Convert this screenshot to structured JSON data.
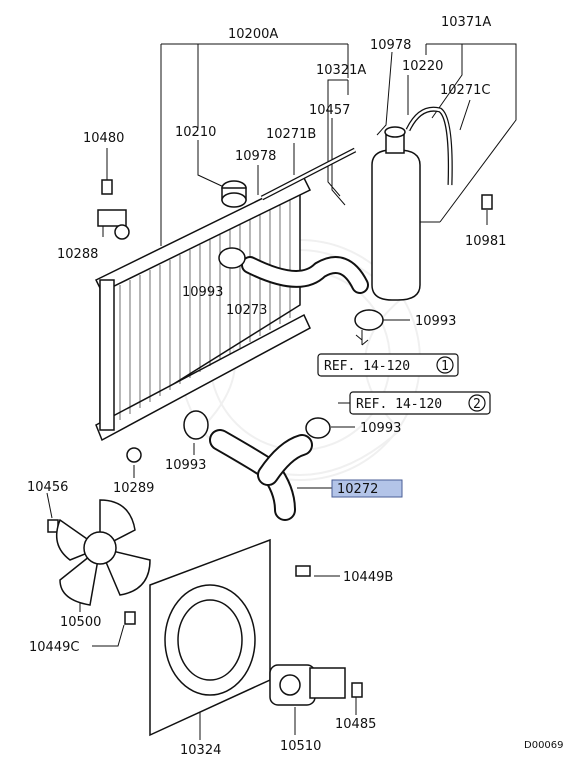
{
  "diagram_id": "D00069",
  "highlight_color": "#b3c4e8",
  "callouts": [
    {
      "id": "10200A",
      "text": "10200A"
    },
    {
      "id": "10210",
      "text": "10210"
    },
    {
      "id": "10978a",
      "text": "10978"
    },
    {
      "id": "10271B",
      "text": "10271B"
    },
    {
      "id": "10480",
      "text": "10480"
    },
    {
      "id": "10288",
      "text": "10288"
    },
    {
      "id": "10993a",
      "text": "10993"
    },
    {
      "id": "10273",
      "text": "10273"
    },
    {
      "id": "10321A",
      "text": "10321A"
    },
    {
      "id": "10457",
      "text": "10457"
    },
    {
      "id": "10978b",
      "text": "10978"
    },
    {
      "id": "10371A",
      "text": "10371A"
    },
    {
      "id": "10220",
      "text": "10220"
    },
    {
      "id": "10271C",
      "text": "10271C"
    },
    {
      "id": "10981",
      "text": "10981"
    },
    {
      "id": "10993b",
      "text": "10993"
    },
    {
      "id": "10993c",
      "text": "10993"
    },
    {
      "id": "10993d",
      "text": "10993"
    },
    {
      "id": "10289",
      "text": "10289"
    },
    {
      "id": "10272",
      "text": "10272"
    },
    {
      "id": "10456",
      "text": "10456"
    },
    {
      "id": "10500",
      "text": "10500"
    },
    {
      "id": "10449C",
      "text": "10449C"
    },
    {
      "id": "10449B",
      "text": "10449B"
    },
    {
      "id": "10324",
      "text": "10324"
    },
    {
      "id": "10510",
      "text": "10510"
    },
    {
      "id": "10485",
      "text": "10485"
    }
  ],
  "references": [
    {
      "text": "REF. 14-120",
      "num": "1"
    },
    {
      "text": "REF. 14-120",
      "num": "2"
    }
  ]
}
